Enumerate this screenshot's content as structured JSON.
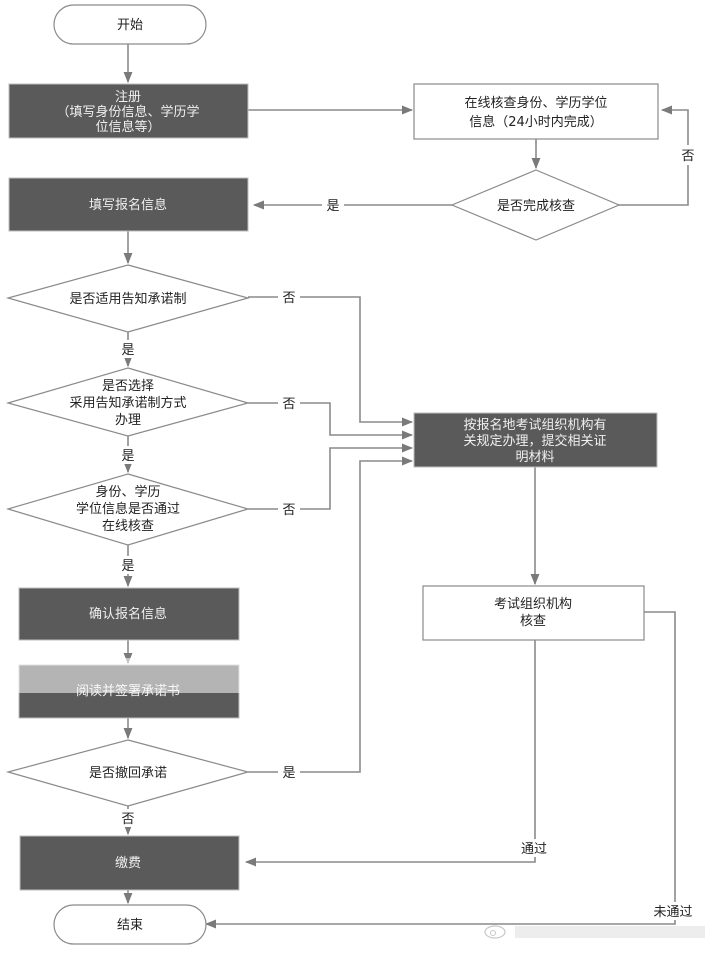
{
  "diagram": {
    "type": "flowchart",
    "colors": {
      "dark_fill": "#5a5a5a",
      "line": "#8a8a8a",
      "dark_text": "#f0f0f0",
      "light_text": "#222222"
    },
    "nodes": {
      "start": "开始",
      "register": [
        "注册",
        "（填写身份信息、学历学",
        "位信息等）"
      ],
      "online_check": [
        "在线核查身份、学历学位",
        "信息（24小时内完成）"
      ],
      "check_done": "是否完成核查",
      "fill_info": "填写报名信息",
      "applicable": "是否适用告知承诺制",
      "choose": [
        "是否选择",
        "采用告知承诺制方式",
        "办理"
      ],
      "passed_online": [
        "身份、学历",
        "学位信息是否通过",
        "在线核查"
      ],
      "confirm": "确认报名信息",
      "read_sign": "阅读并签署承诺书",
      "withdraw": "是否撤回承诺",
      "pay": "缴费",
      "end": "结束",
      "local_rules": [
        "按报名地考试组织机构有",
        "关规定办理，提交相关证",
        "明材料"
      ],
      "org_check": [
        "考试组织机构",
        "核查"
      ]
    },
    "edge_labels": {
      "yes": "是",
      "no": "否",
      "pass": "通过",
      "fail": "未通过"
    },
    "watermark_icon": "weibo-logo-icon"
  }
}
